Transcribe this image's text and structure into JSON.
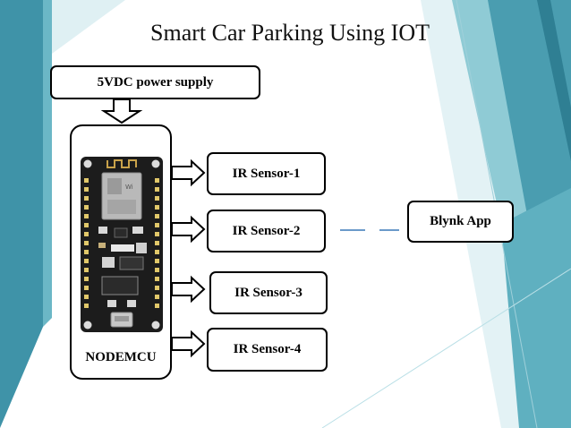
{
  "slide": {
    "title": "Smart Car Parking Using IOT"
  },
  "power": {
    "label": "5VDC power supply"
  },
  "controller": {
    "label": "NODEMCU"
  },
  "sensors": [
    {
      "label": "IR Sensor-1"
    },
    {
      "label": "IR Sensor-2"
    },
    {
      "label": "IR Sensor-3"
    },
    {
      "label": "IR Sensor-4"
    }
  ],
  "app": {
    "label": "Blynk App"
  },
  "colors": {
    "teal_dark": "#3e8fa3",
    "teal_light": "#7cc6d1",
    "teal_pale": "#cfe9ee",
    "board_black": "#1b1b1b",
    "link_dash": "#3a78b8"
  }
}
